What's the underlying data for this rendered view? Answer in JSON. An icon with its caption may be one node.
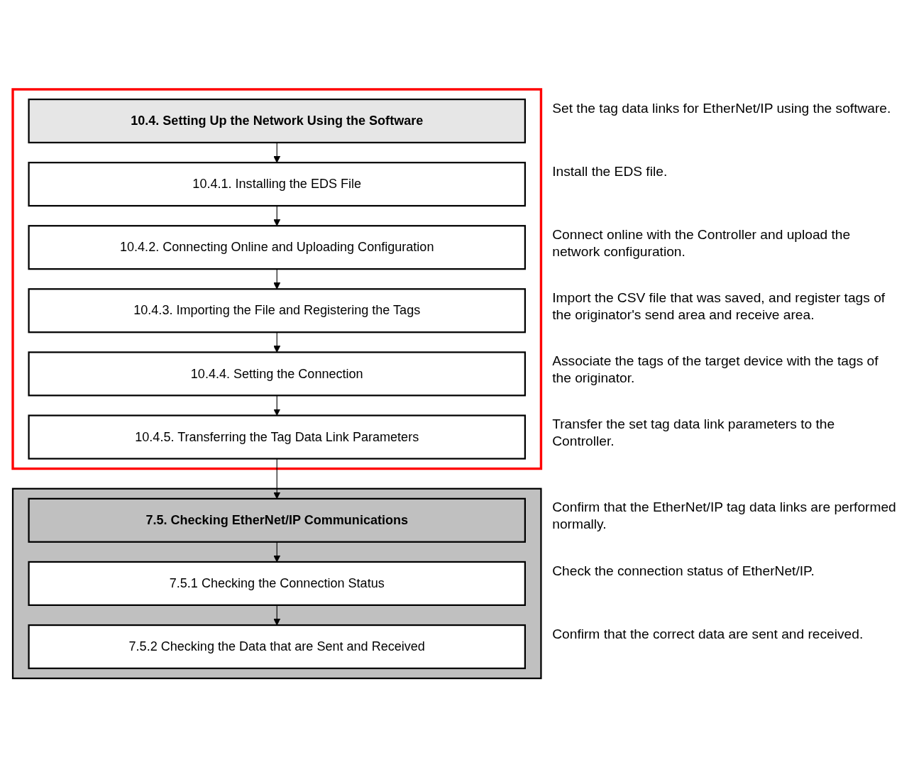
{
  "diagram": {
    "nodes": [
      {
        "text": [],
        "shape": "box"
      },
      {
        "text": [
          "10.4. Setting Up the Network Using the Software"
        ],
        "in": 0,
        "beside": [
          "Set the tag data links for EtherNet/IP using the software."
        ]
      },
      {
        "text": [
          "10.4.1. Installing the EDS File"
        ],
        "in": 0,
        "beside": [
          "Install the EDS file."
        ]
      },
      {
        "text": [
          "10.4.2. Connecting Online and Uploading Configuration"
        ],
        "in": 0,
        "beside": [
          "Connect online with the Controller and upload the network configuration."
        ]
      },
      {
        "text": [
          "10.4.3. Importing the File and Registering the Tags"
        ],
        "in": 0,
        "beside": [
          "Import the CSV file that was saved, and register tags of the originator's send area and receive area."
        ]
      },
      {
        "text": [
          "10.4.4. Setting the Connection"
        ],
        "in": 0,
        "beside": [
          "Associate the tags of the target device with the tags of the originator."
        ]
      },
      {
        "text": [
          "10.4.5. Transferring the Tag Data Link Parameters"
        ],
        "in": 0,
        "beside": [
          "Transfer the set tag data link parameters to the Controller."
        ]
      },
      {
        "text": [],
        "shape": "box"
      },
      {
        "text": [
          "7.5. Checking EtherNet/IP Communications"
        ],
        "in": 7,
        "beside": [
          "Confirm that the EtherNet/IP tag data links are performed normally."
        ]
      },
      {
        "text": [
          "7.5.1 Checking the Connection Status"
        ],
        "in": 7,
        "beside": [
          "Check the connection status of EtherNet/IP."
        ]
      },
      {
        "text": [
          "7.5.2 Checking the Data that are Sent and Received"
        ],
        "in": 7,
        "beside": [
          "Confirm that the correct data are sent and received."
        ]
      }
    ],
    "edges": [
      {
        "from": 1,
        "to": 2,
        "arrow": "to"
      },
      {
        "from": 2,
        "to": 3,
        "arrow": "to"
      },
      {
        "from": 3,
        "to": 4,
        "arrow": "to"
      },
      {
        "from": 4,
        "to": 5,
        "arrow": "to"
      },
      {
        "from": 5,
        "to": 6,
        "arrow": "to"
      },
      {
        "from": 6,
        "to": 8,
        "arrow": "to"
      },
      {
        "from": 8,
        "to": 9,
        "arrow": "to"
      },
      {
        "from": 9,
        "to": 10,
        "arrow": "to"
      }
    ]
  }
}
